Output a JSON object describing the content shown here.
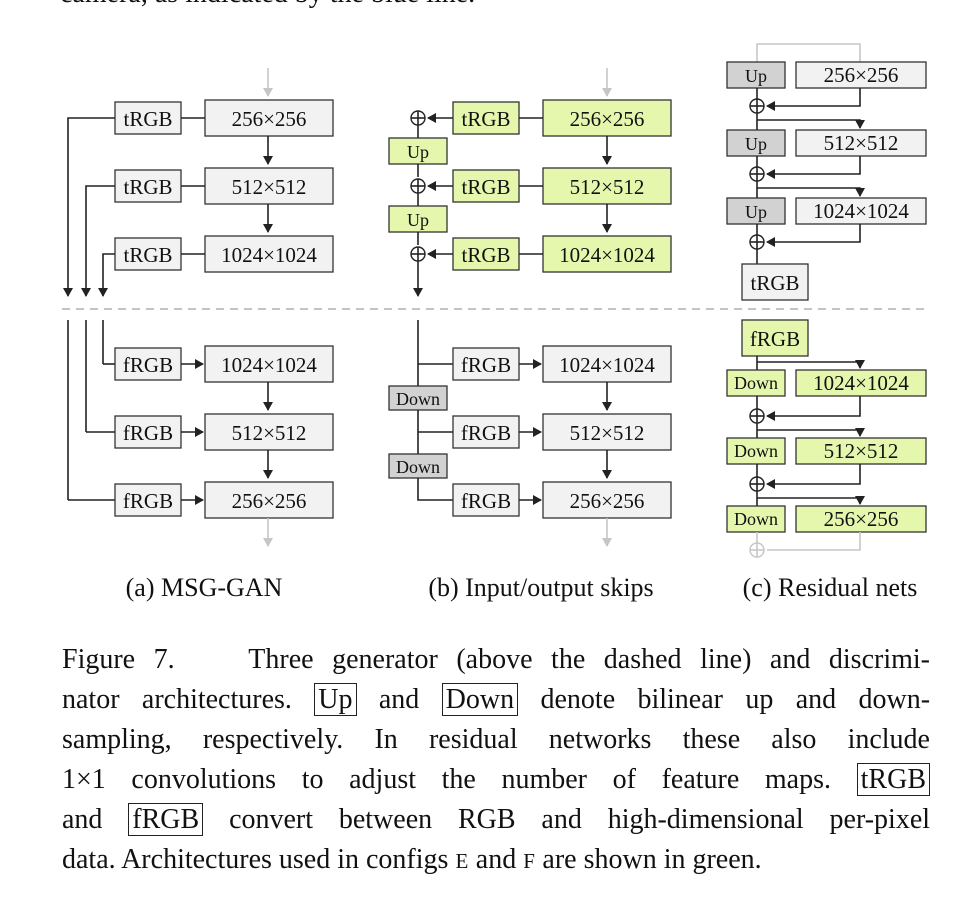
{
  "top_fragment": "camera, as indicated by the blue line.",
  "labels": {
    "trgb": "tRGB",
    "frgb": "fRGB",
    "up": "Up",
    "down": "Down",
    "res256": "256×256",
    "res512": "512×512",
    "res1024": "1024×1024"
  },
  "subcaptions": {
    "a": "(a) MSG-GAN",
    "b": "(b) Input/output skips",
    "c": "(c) Residual nets"
  },
  "caption": {
    "l1a": "Figure 7.",
    "l1b": "Three generator (above the dashed line) and discrimi-",
    "l2a": "nator architectures.",
    "l2b": "Up",
    "l2c": "and",
    "l2d": "Down",
    "l2e": "denote bilinear up and down-",
    "l3": "sampling, respectively.  In residual networks these also include",
    "l4a": "1×1 convolutions to adjust the number of feature maps.",
    "l4b": "tRGB",
    "l5a": "and",
    "l5b": "fRGB",
    "l5c": "convert between RGB and high-dimensional per-pixel",
    "l6a": "data. Architectures used in configs",
    "l6b": "E",
    "l6c": "and",
    "l6d": "F",
    "l6e": "are shown in green."
  },
  "colors": {
    "green_fill": "#e4f7ad",
    "gray_fill": "#f2f2f2",
    "dark_fill": "#d2d2d2"
  }
}
